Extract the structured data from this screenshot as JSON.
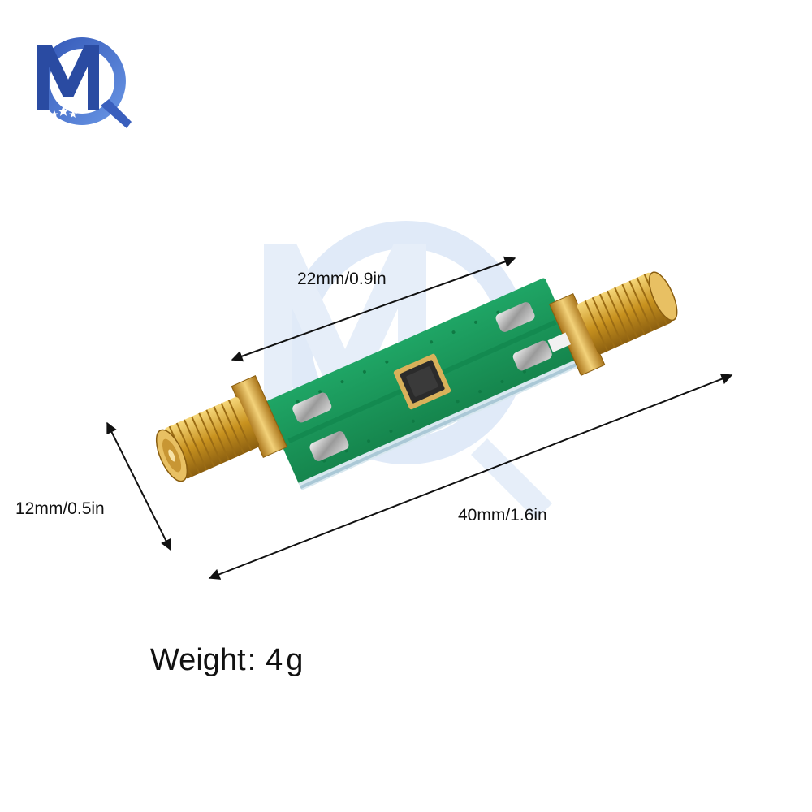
{
  "brand": {
    "logo_icon": "mq-star-logo-icon",
    "colors": {
      "logo_blue": "#2f4fa5",
      "logo_light": "#5f8be0",
      "watermark": "#c5d8f0"
    }
  },
  "dimensions": {
    "width_label": "22mm/0.9in",
    "height_label": "12mm/0.5in",
    "length_label": "40mm/1.6in"
  },
  "weight": {
    "label": "Weight",
    "separator": ":",
    "value": "4g"
  },
  "product": {
    "image_icon": "rf-filter-module-sma-icon",
    "colors": {
      "pcb_green": "#1d9a5c",
      "gold": "#d9a62e",
      "chip": "#2b2b2b"
    }
  }
}
